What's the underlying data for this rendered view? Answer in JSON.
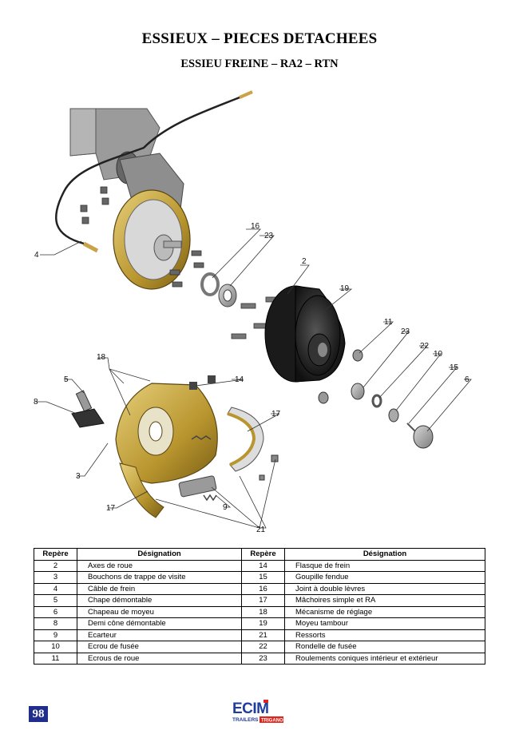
{
  "page": {
    "title": "ESSIEUX – PIECES DETACHEES",
    "subtitle": "ESSIEU FREINE – RA2 – RTN",
    "page_number": "98"
  },
  "diagram": {
    "callouts": [
      "16",
      "23",
      "2",
      "19",
      "4",
      "11",
      "23",
      "22",
      "10",
      "15",
      "6",
      "18",
      "5",
      "14",
      "8",
      "17",
      "3",
      "17",
      "9",
      "21"
    ]
  },
  "table": {
    "headers": [
      "Repère",
      "Désignation",
      "Repère",
      "Désignation"
    ],
    "rows": [
      [
        "2",
        "Axes de roue",
        "14",
        "Flasque de frein"
      ],
      [
        "3",
        "Bouchons de trappe de visite",
        "15",
        "Goupille fendue"
      ],
      [
        "4",
        "Câble de frein",
        "16",
        "Joint à double lèvres"
      ],
      [
        "5",
        "Chape démontable",
        "17",
        "Mâchoires simple et RA"
      ],
      [
        "6",
        "Chapeau de moyeu",
        "18",
        "Mécanisme de réglage"
      ],
      [
        "8",
        "Demi cône démontable",
        "19",
        "Moyeu tambour"
      ],
      [
        "9",
        "Ecarteur",
        "21",
        "Ressorts"
      ],
      [
        "10",
        "Ecrou de fusée",
        "22",
        "Rondelle de fusée"
      ],
      [
        "11",
        "Ecrous de roue",
        "23",
        "Roulements coniques intérieur et extérieur"
      ]
    ]
  },
  "logo": {
    "brand": "ECIM",
    "tagline": "TRAILERS",
    "sub_brand": "TRIGANO",
    "colors": {
      "blue": "#1f3d9c",
      "red": "#e2231a"
    }
  }
}
